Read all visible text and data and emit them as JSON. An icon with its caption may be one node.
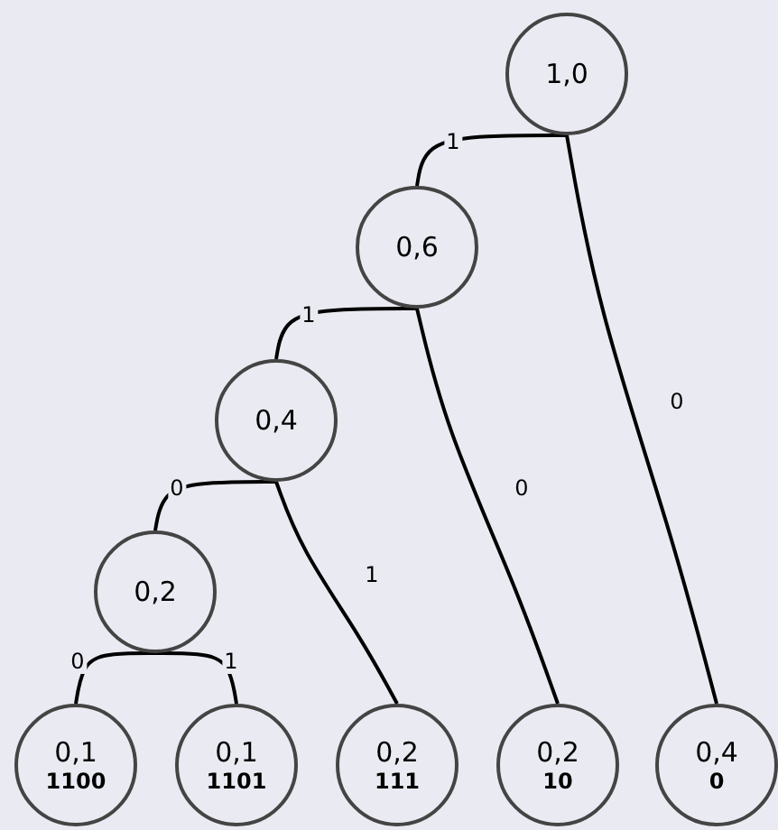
{
  "diagram": {
    "nodes": [
      {
        "text": [
          "1,0"
        ]
      },
      {
        "text": [
          "0,6"
        ]
      },
      {
        "text": [
          "0,4"
        ]
      },
      {
        "text": [
          "0,2"
        ]
      },
      {
        "text": [
          "0,1",
          "1100"
        ]
      },
      {
        "text": [
          "0,1",
          "1101"
        ]
      },
      {
        "text": [
          "0,2",
          "111"
        ]
      },
      {
        "text": [
          "0,2",
          "10"
        ]
      },
      {
        "text": [
          "0,4",
          "0"
        ]
      }
    ],
    "edges": [
      {
        "from": 0,
        "to": 1,
        "arrow": "none",
        "label": "1"
      },
      {
        "from": 0,
        "to": 8,
        "arrow": "none",
        "label": "0"
      },
      {
        "from": 1,
        "to": 2,
        "arrow": "none",
        "label": "1"
      },
      {
        "from": 1,
        "to": 7,
        "arrow": "none",
        "label": "0"
      },
      {
        "from": 2,
        "to": 3,
        "arrow": "none",
        "label": "0"
      },
      {
        "from": 2,
        "to": 6,
        "arrow": "none",
        "label": "1"
      },
      {
        "from": 3,
        "to": 4,
        "arrow": "none",
        "label": "0"
      },
      {
        "from": 3,
        "to": 5,
        "arrow": "none",
        "label": "1"
      }
    ]
  }
}
